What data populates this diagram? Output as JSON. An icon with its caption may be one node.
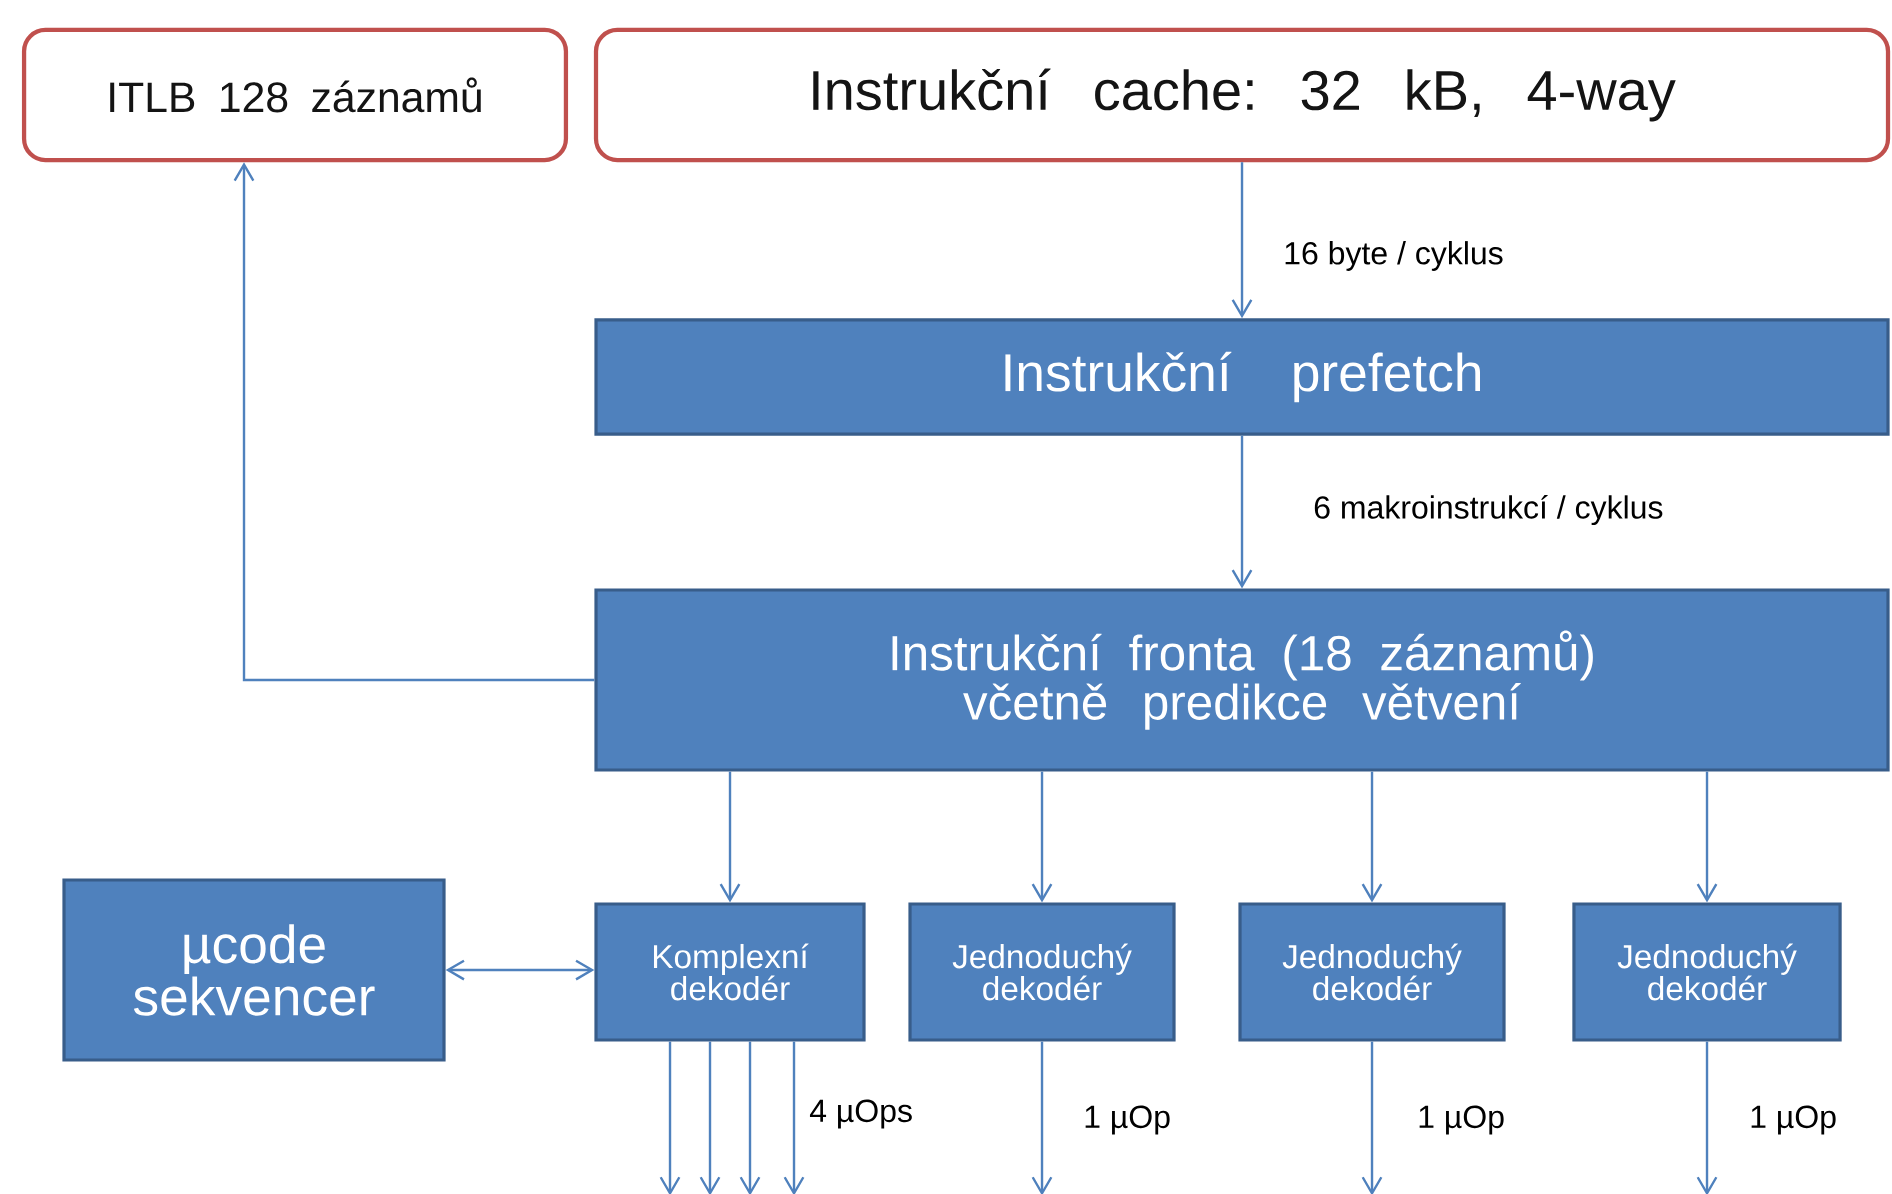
{
  "diagram": {
    "nodes": [
      {
        "text": [
          "ITLB 128 záznamů"
        ]
      },
      {
        "text": [
          "Instrukční cache: 32 kB, 4-way"
        ]
      },
      {
        "text": [
          "Instrukční prefetch"
        ]
      },
      {
        "text": [
          "Instrukční fronta (18 záznamů) včetně predikce větvení"
        ]
      },
      {
        "text": [
          "µcode sekvencer"
        ]
      },
      {
        "text": [
          "Komplexní dekodér"
        ]
      },
      {
        "text": [
          "Jednoduchý dekodér"
        ]
      },
      {
        "text": [
          "Jednoduchý dekodér"
        ]
      },
      {
        "text": [
          "Jednoduchý dekodér"
        ]
      }
    ],
    "edges": [
      {
        "from": 1,
        "to": 2,
        "arrow": "to",
        "label": "16 byte / cyklus"
      },
      {
        "from": 2,
        "to": 3,
        "arrow": "to",
        "label": "6 makroinstrukcí / cyklus"
      },
      {
        "from": 3,
        "to": 0,
        "arrow": "to"
      },
      {
        "from": 3,
        "to": 5,
        "arrow": "to"
      },
      {
        "from": 3,
        "to": 6,
        "arrow": "to"
      },
      {
        "from": 3,
        "to": 7,
        "arrow": "to"
      },
      {
        "from": 3,
        "to": 8,
        "arrow": "to"
      },
      {
        "from": 4,
        "to": 5,
        "arrow": "both"
      },
      {
        "from": 5,
        "to": null,
        "arrow": "to"
      },
      {
        "from": 5,
        "to": null,
        "arrow": "to"
      },
      {
        "from": 5,
        "to": null,
        "arrow": "to"
      },
      {
        "from": 5,
        "to": null,
        "arrow": "to",
        "label": "4 µOps"
      },
      {
        "from": 6,
        "to": null,
        "arrow": "to",
        "label": "1 µOp"
      },
      {
        "from": 7,
        "to": null,
        "arrow": "to",
        "label": "1 µOp"
      },
      {
        "from": 8,
        "to": null,
        "arrow": "to",
        "label": "1 µOp"
      }
    ]
  }
}
